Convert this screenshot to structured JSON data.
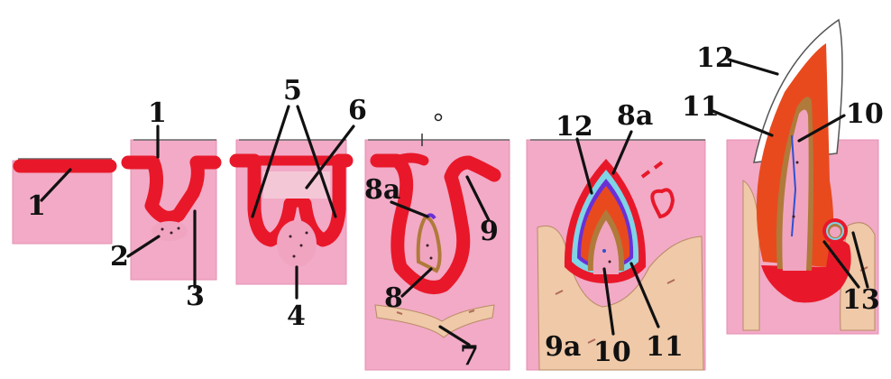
{
  "labels": {
    "stage1": {
      "l1": "1"
    },
    "stage2": {
      "l1": "1",
      "l2": "2",
      "l3": "3"
    },
    "stage3": {
      "l5": "5",
      "l6": "6",
      "l4": "4"
    },
    "stage4": {
      "l8a": "8a",
      "l9": "9",
      "l8": "8",
      "l7": "7"
    },
    "stage5": {
      "l12": "12",
      "l8a": "8a",
      "l9a": "9a",
      "l10": "10",
      "l11": "11"
    },
    "stage6": {
      "l12": "12",
      "l11": "11",
      "l10": "10",
      "l13": "13"
    }
  },
  "colors": {
    "epithelium": "#e8182a",
    "mesenchyme": "#f2aac6",
    "enamel": "#e84a1e",
    "dentin": "#b07a3a",
    "ameloblast_layer": "#7fd4e6",
    "bone": "#efc9a8"
  }
}
